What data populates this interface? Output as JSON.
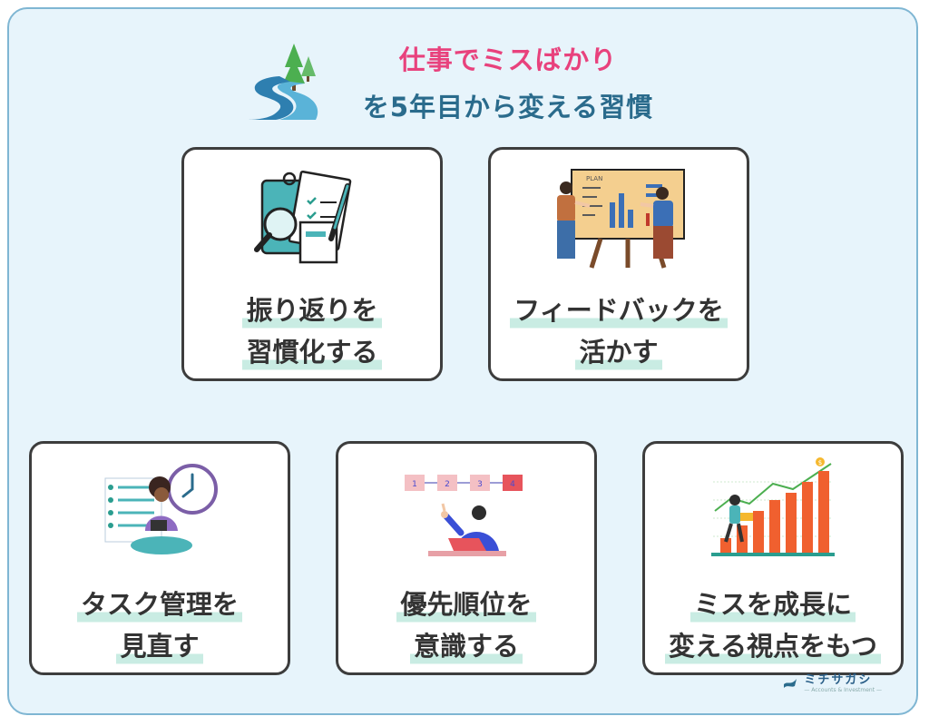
{
  "title": {
    "line1": "仕事でミスばかり",
    "line2": "を5年目から変える習慣"
  },
  "cards": [
    {
      "line1": "振り返りを",
      "line2": "習慣化する",
      "icon": "clipboard-magnifier-icon"
    },
    {
      "line1": "フィードバックを",
      "line2": "活かす",
      "icon": "presentation-board-icon"
    },
    {
      "line1": "タスク管理を",
      "line2": "見直す",
      "icon": "task-clock-icon"
    },
    {
      "line1": "優先順位を",
      "line2": "意識する",
      "icon": "priority-steps-icon"
    },
    {
      "line1": "ミスを成長に",
      "line2": "変える視点をもつ",
      "icon": "growth-chart-icon"
    }
  ],
  "board_text": "PLAN",
  "steps": [
    "1",
    "2",
    "3",
    "4"
  ],
  "coin_symbol": "$",
  "brand": {
    "name": "ミチサガシ",
    "sub": "— Accounts & Investment —"
  },
  "colors": {
    "frame_bg": "#e7f4fb",
    "frame_border": "#7fb6d3",
    "title_pink": "#e8427d",
    "title_blue": "#2a6b8c",
    "highlight": "#c9ece3"
  }
}
